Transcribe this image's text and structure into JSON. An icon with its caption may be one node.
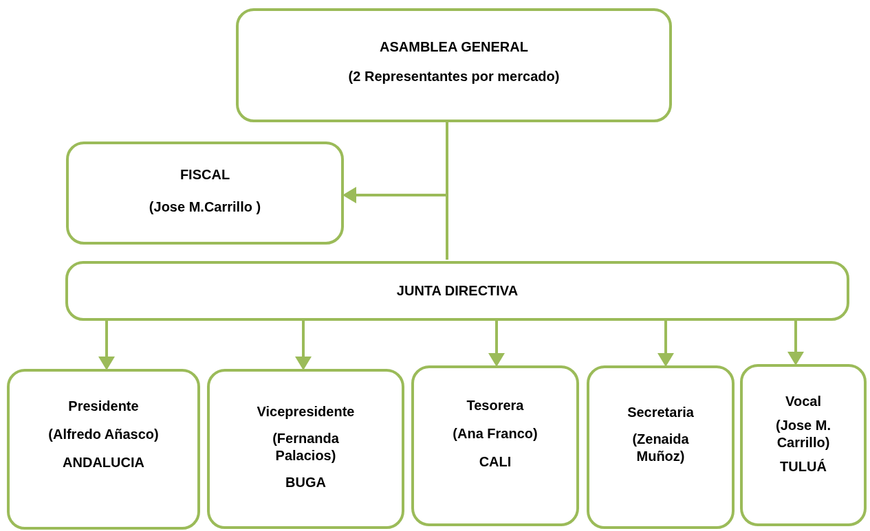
{
  "diagram": {
    "nodes": [
      {
        "text": [
          "ASAMBLEA GENERAL",
          "(2 Representantes por mercado)"
        ]
      },
      {
        "text": [
          "FISCAL",
          "(Jose M.Carrillo )"
        ]
      },
      {
        "text": [
          "JUNTA DIRECTIVA"
        ]
      },
      {
        "text": [
          "Presidente",
          "(Alfredo Añasco)",
          "ANDALUCIA"
        ]
      },
      {
        "text": [
          "Vicepresidente",
          "(Fernanda Palacios)",
          "BUGA"
        ]
      },
      {
        "text": [
          "Tesorera",
          "(Ana Franco)",
          "CALI"
        ]
      },
      {
        "text": [
          "Secretaria",
          "(Zenaida Muñoz)"
        ]
      },
      {
        "text": [
          "Vocal",
          "(Jose M. Carrillo)",
          "TULUÁ"
        ]
      }
    ],
    "edges": [
      {
        "from": 0,
        "to": 2,
        "arrow": "none"
      },
      {
        "from": 0,
        "to": 1,
        "arrow": "to"
      },
      {
        "from": 2,
        "to": 3,
        "arrow": "to"
      },
      {
        "from": 2,
        "to": 4,
        "arrow": "to"
      },
      {
        "from": 2,
        "to": 5,
        "arrow": "to"
      },
      {
        "from": 2,
        "to": 6,
        "arrow": "to"
      },
      {
        "from": 2,
        "to": 7,
        "arrow": "to"
      }
    ]
  }
}
